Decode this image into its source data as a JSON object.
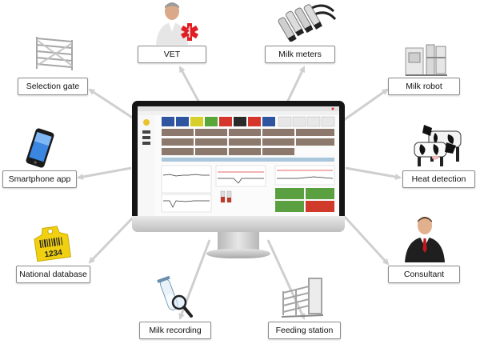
{
  "diagram": {
    "center": "monitor-dashboard",
    "nodes": [
      {
        "id": "vet",
        "label": "VET",
        "icon": "vet-icon"
      },
      {
        "id": "milk-meters",
        "label": "Milk meters",
        "icon": "milk-meters-icon"
      },
      {
        "id": "selection-gate",
        "label": "Selection gate",
        "icon": "selection-gate-icon"
      },
      {
        "id": "milk-robot",
        "label": "Milk robot",
        "icon": "milk-robot-icon"
      },
      {
        "id": "smartphone-app",
        "label": "Smartphone app",
        "icon": "smartphone-icon"
      },
      {
        "id": "heat-detection",
        "label": "Heat detection",
        "icon": "cows-icon"
      },
      {
        "id": "national-database",
        "label": "National database",
        "icon": "ear-tag-icon"
      },
      {
        "id": "consultant",
        "label": "Consultant",
        "icon": "consultant-icon"
      },
      {
        "id": "milk-recording",
        "label": "Milk recording",
        "icon": "test-tube-magnifier-icon"
      },
      {
        "id": "feeding-station",
        "label": "Feeding station",
        "icon": "feeding-station-icon"
      }
    ],
    "ear_tag_number": "1234",
    "arrow_color": "#cfcfcf"
  }
}
